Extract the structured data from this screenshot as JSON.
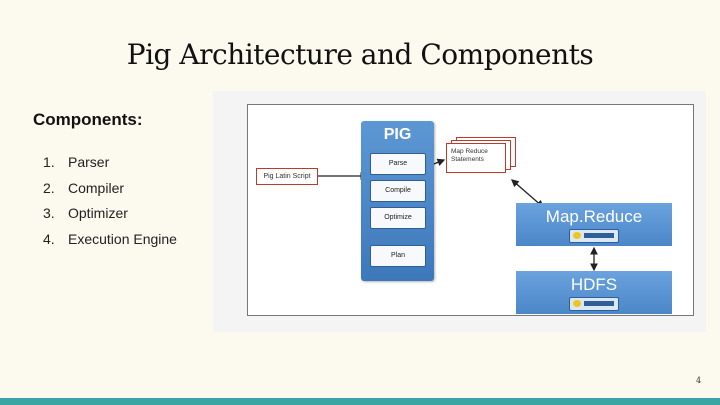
{
  "slide": {
    "title": "Pig Architecture and Components",
    "components_heading": "Components:",
    "components": [
      {
        "num": "1.",
        "label": "Parser"
      },
      {
        "num": "2.",
        "label": "Compiler"
      },
      {
        "num": "3.",
        "label": "Optimizer"
      },
      {
        "num": "4.",
        "label": "Execution Engine"
      }
    ],
    "page_number": "4"
  },
  "diagram": {
    "pig_title": "PIG",
    "pig_steps": [
      "Parse",
      "Compile",
      "Optimize",
      "Plan"
    ],
    "pig_latin_script": "Pig Latin Script",
    "map_reduce_statements": "Map Reduce Statements",
    "mapreduce_title": "Map.Reduce",
    "hdfs_title": "HDFS",
    "logo_name": "hadoop-elephant-logo"
  },
  "colors": {
    "background": "#fcf9ef",
    "accent_bar": "#3aa5a2",
    "pig_blue": "#4b86c8",
    "red_outline": "#c0392b"
  }
}
